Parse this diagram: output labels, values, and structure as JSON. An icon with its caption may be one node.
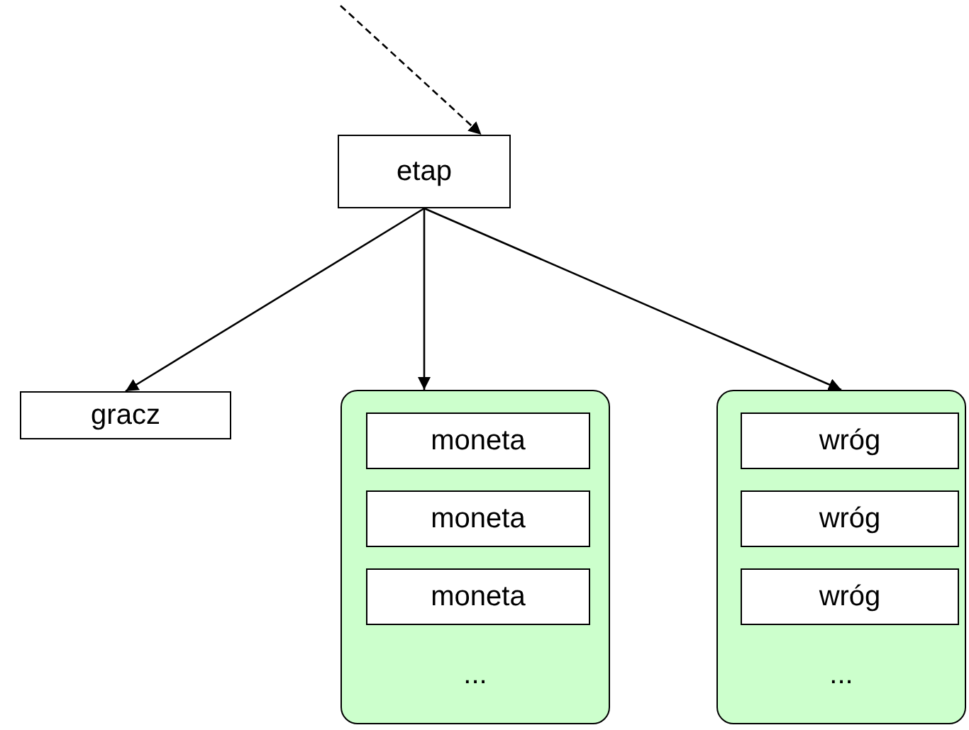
{
  "diagram": {
    "nodes": [
      {
        "text": [
          "etap"
        ]
      },
      {
        "text": [
          "gracz"
        ]
      },
      {
        "text": [
          "..."
        ]
      },
      {
        "text": [
          "moneta"
        ],
        "in": 2
      },
      {
        "text": [
          "moneta"
        ],
        "in": 2
      },
      {
        "text": [
          "moneta"
        ],
        "in": 2
      },
      {
        "text": [
          "..."
        ]
      },
      {
        "text": [
          "wróg"
        ],
        "in": 6
      },
      {
        "text": [
          "wróg"
        ],
        "in": 6
      },
      {
        "text": [
          "wróg"
        ],
        "in": 6
      }
    ],
    "edges": [
      {
        "from": null,
        "to": 0,
        "arrow": "to",
        "style": "dashed"
      },
      {
        "from": 0,
        "to": 1,
        "arrow": "to"
      },
      {
        "from": 0,
        "to": 2,
        "arrow": "to"
      },
      {
        "from": 0,
        "to": 6,
        "arrow": "to"
      }
    ]
  }
}
